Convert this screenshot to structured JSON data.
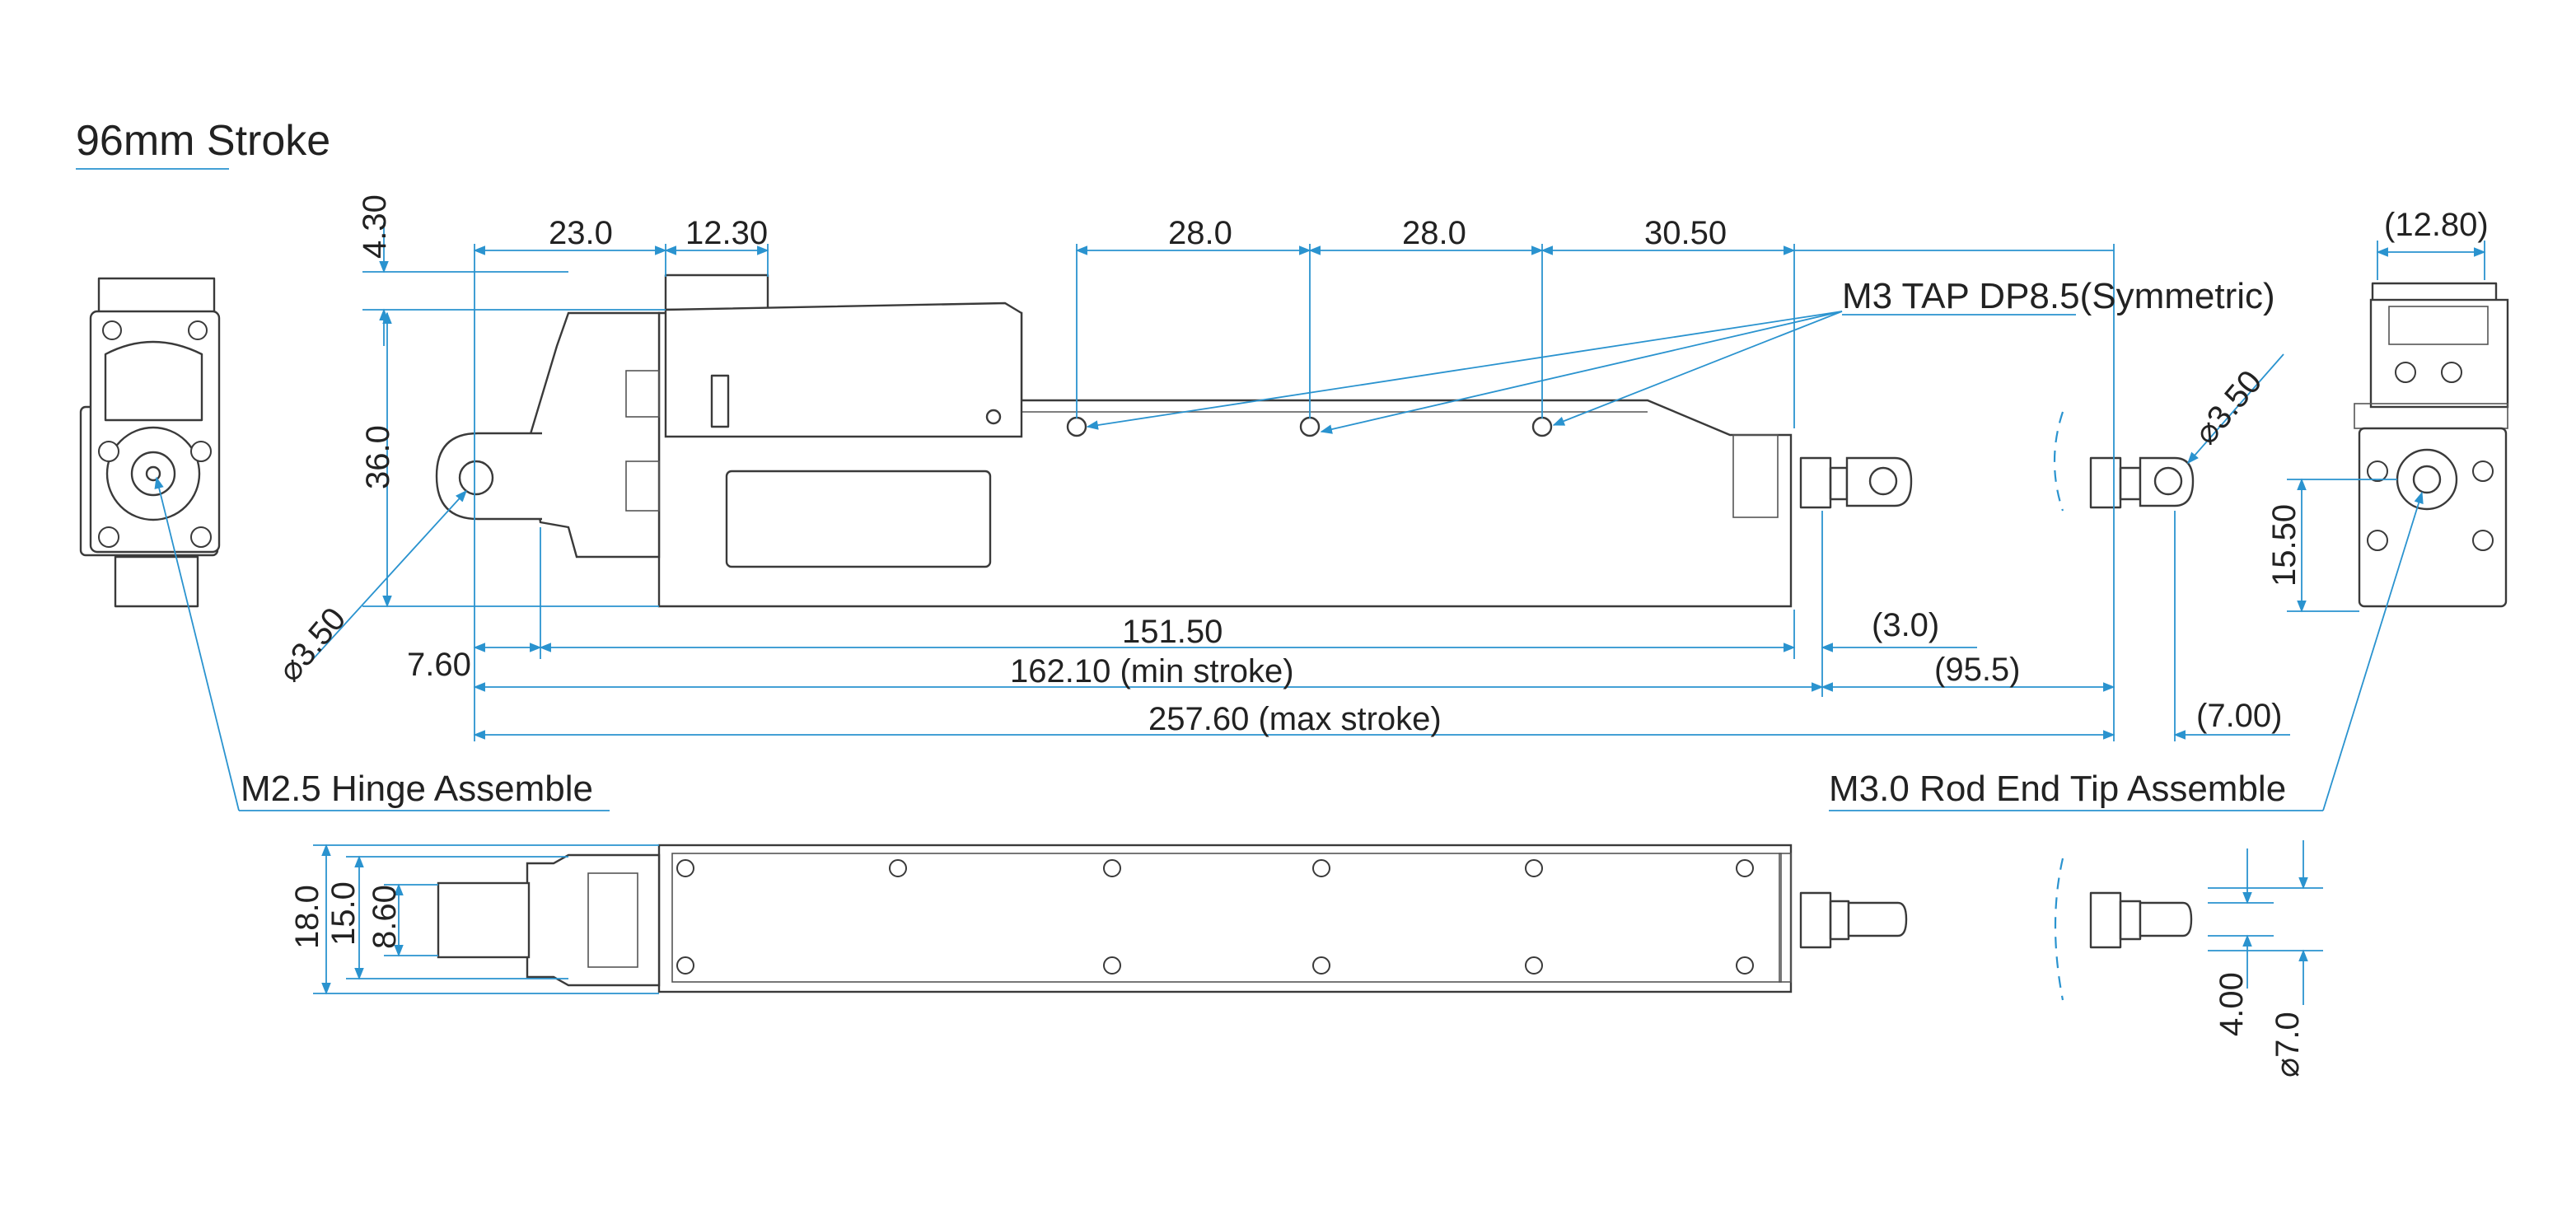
{
  "title": "96mm Stroke",
  "labels": {
    "tap": "M3 TAP DP8.5(Symmetric)",
    "hinge": "M2.5 Hinge Assemble",
    "rod_end": "M3.0 Rod End Tip Assemble"
  },
  "dimensions": {
    "d_4_30": "4.30",
    "d_23_0": "23.0",
    "d_12_30": "12.30",
    "d_28_0_a": "28.0",
    "d_28_0_b": "28.0",
    "d_30_50": "30.50",
    "d_12_80": "(12.80)",
    "d_36_0": "36.0",
    "d_phi_3_50_left": "⌀3.50",
    "d_phi_3_50_right": "⌀3.50",
    "d_15_50": "15.50",
    "d_151_50": "151.50",
    "d_3_0": "(3.0)",
    "d_7_60": "7.60",
    "d_162_10": "162.10 (min stroke)",
    "d_95_5": "(95.5)",
    "d_257_60": "257.60 (max stroke)",
    "d_7_00": "(7.00)",
    "d_18_0": "18.0",
    "d_15_0": "15.0",
    "d_8_60": "8.60",
    "d_4_00": "4.00",
    "d_phi_7_0": "⌀7.0"
  },
  "colors": {
    "dimension": "#2a93cf",
    "outline": "#3a3a3a",
    "text": "#222222"
  }
}
